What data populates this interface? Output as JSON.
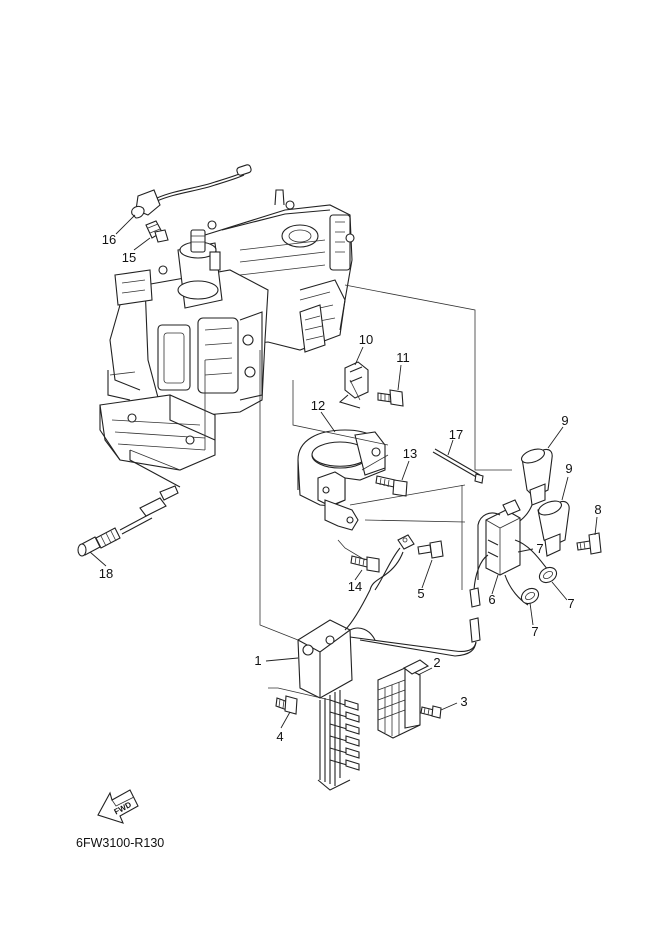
{
  "diagram": {
    "part_numbers": [
      "1",
      "2",
      "3",
      "4",
      "5",
      "6",
      "7",
      "7",
      "7",
      "8",
      "9",
      "9",
      "10",
      "11",
      "12",
      "13",
      "14",
      "15",
      "16",
      "17",
      "18"
    ],
    "arrow_label": "FWD",
    "document_code": "6FW3100-R130"
  }
}
